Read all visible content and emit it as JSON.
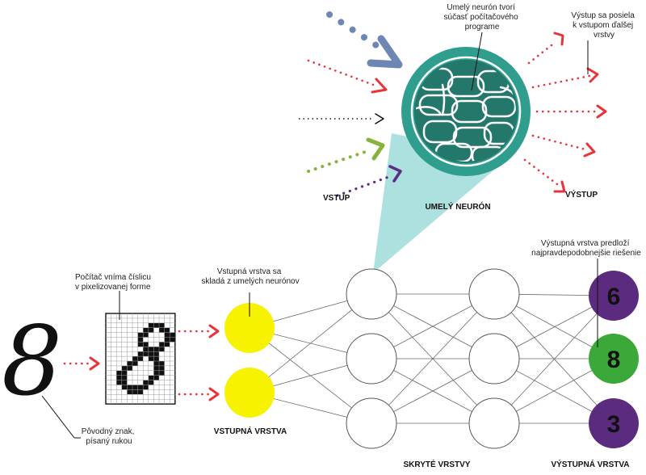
{
  "colors": {
    "neuron_teal": "#2f9e8f",
    "neuron_dark": "#24776b",
    "beam": "#9fdcd9",
    "red_arrow": "#e8333b",
    "slate_arrow": "#6e86b4",
    "green_arrow": "#86b23e",
    "purple_arrow": "#5b2e86",
    "input_yellow": "#f6f200",
    "output_purple": "#5b2b7f",
    "output_green": "#3aa93a"
  },
  "annotations": {
    "neuron_part": [
      "Umelý neurón tvorí",
      "súčasť počítačového",
      "programe"
    ],
    "output_sent": [
      "Výstup sa posiela",
      "k vstupom ďalšej",
      "vrstvy"
    ],
    "computer_sees": [
      "Počítač vníma číslicu",
      "v pixelizovanej forme"
    ],
    "input_layer_made": [
      "Vstupná vrstva sa",
      "skladá z umelých neurónov"
    ],
    "output_layer_result": [
      "Výstupná vrstva predloží",
      "najpravdepodobnejšie riešenie"
    ],
    "original_char": [
      "Pôvodný znak,",
      "písaný rukou"
    ]
  },
  "labels": {
    "input": "VSTUP",
    "output": "VÝSTUP",
    "artificial_neuron": "UMELÝ NEURÓN",
    "input_layer": "VSTUPNÁ VRSTVA",
    "hidden_layers": "SKRYTÉ VRSTVY",
    "output_layer": "VÝSTUPNÁ VRSTVA"
  },
  "handwritten_char": "8",
  "pixel_digit_rows": [
    "0000000000000",
    "0000000000000",
    "0000000011100",
    "0000000110110",
    "0000001100011",
    "0000001000011",
    "0000001100110",
    "0000000111100",
    "0000001111000",
    "0000011011000",
    "0000110001100",
    "0001100001100",
    "0011000001100",
    "0011000011000",
    "0011000110000",
    "0001111100000",
    "0000111000000",
    "0000000000000",
    "0000000000000"
  ],
  "outputs": [
    "6",
    "8",
    "3"
  ]
}
